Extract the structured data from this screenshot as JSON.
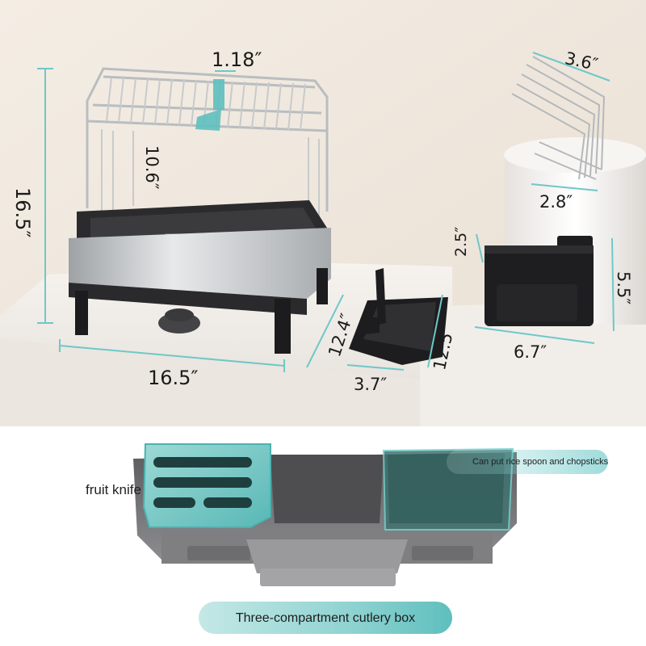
{
  "dimensions": {
    "rack_height": "16.5″",
    "rack_width": "16.5″",
    "slot_spacing": "1.18″",
    "upper_height": "10.6″",
    "tray_depth": "12.4″",
    "tray_length": "12.5″",
    "tray_width": "3.7″",
    "board_holder_top": "3.6″",
    "board_holder_base": "2.8″",
    "caddy_small": "2.5″",
    "caddy_height": "5.5″",
    "caddy_width": "6.7″"
  },
  "cutlery_box": {
    "knife_label": "fruit knife",
    "callout": "Can put rice spoon and chopsticks",
    "caption": "Three-compartment cutlery box"
  },
  "colors": {
    "accent": "#5ebfbe",
    "dimension_line": "#6ec8c8",
    "tray_black": "#1c1c1e",
    "steel": "#c9ccce"
  }
}
